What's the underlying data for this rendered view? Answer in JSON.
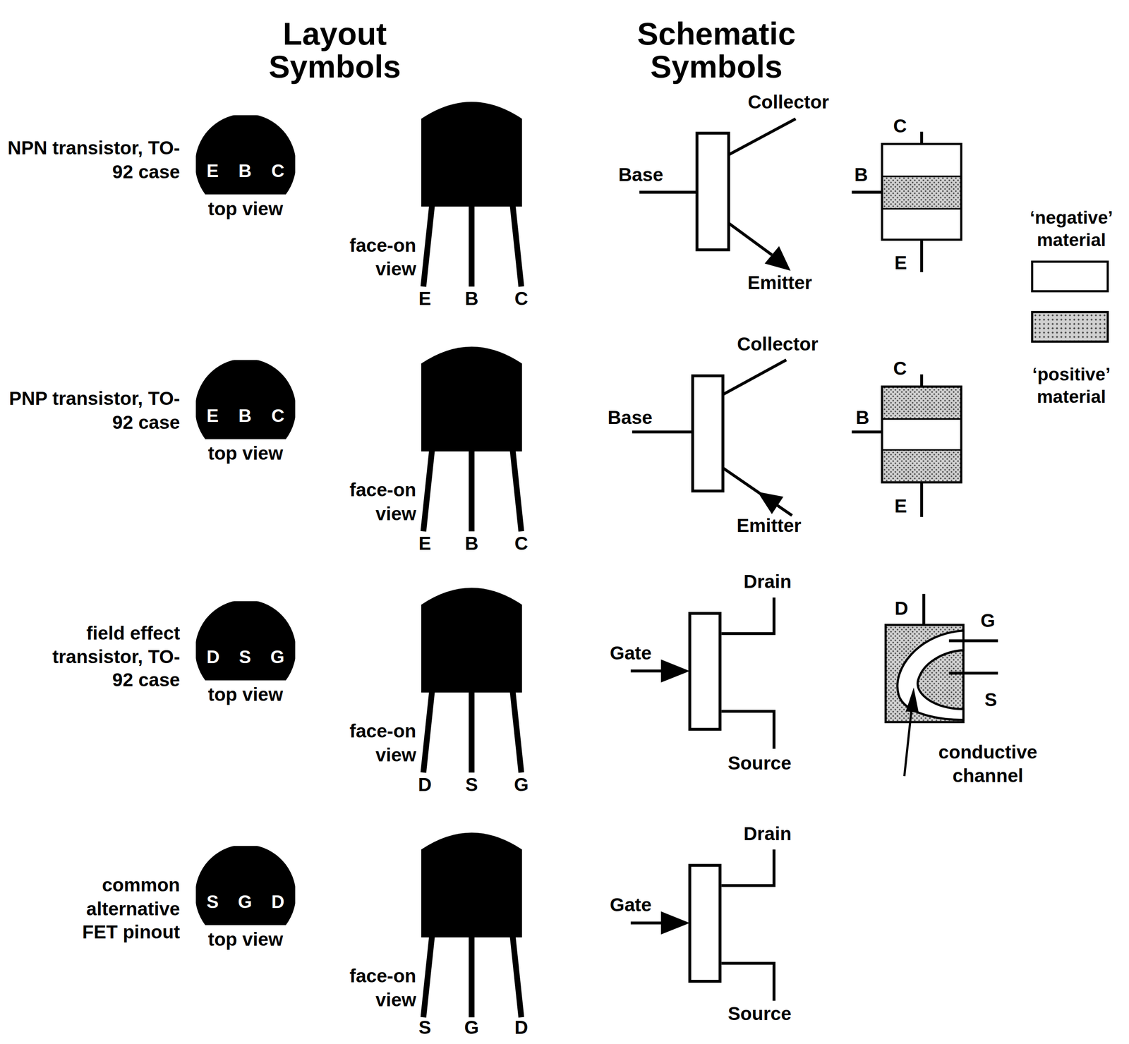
{
  "diagram": {
    "nodes": [
      {
        "text": [
          "E",
          "B",
          "C"
        ]
      },
      {
        "text": [
          "E",
          "B",
          "C"
        ]
      },
      {
        "text": [
          "D",
          "S",
          "G"
        ]
      },
      {
        "text": [
          "S",
          "G",
          "D"
        ]
      }
    ],
    "labels": [
      "Layout Symbols",
      "Schematic Symbols",
      "NPN transistor, TO-92 case",
      "top view",
      "face-on view",
      "E",
      "B",
      "C",
      "Collector",
      "Base",
      "Emitter",
      "C",
      "B",
      "E",
      "PNP transistor, TO-92 case",
      "top view",
      "face-on view",
      "E",
      "B",
      "C",
      "Collector",
      "Base",
      "Emitter",
      "C",
      "B",
      "E",
      "field effect transistor, TO-92 case",
      "top view",
      "face-on view",
      "D",
      "S",
      "G",
      "Drain",
      "Gate",
      "Source",
      "D",
      "G",
      "S",
      "conductive channel",
      "common alternative FET pinout",
      "top view",
      "face-on view",
      "S",
      "G",
      "D",
      "Drain",
      "Gate",
      "Source"
    ],
    "legend": [
      {
        "text": "‘negative’ material",
        "color": "#ffffff"
      },
      {
        "text": "‘positive’ material",
        "color": "#d0d0d0"
      }
    ]
  }
}
